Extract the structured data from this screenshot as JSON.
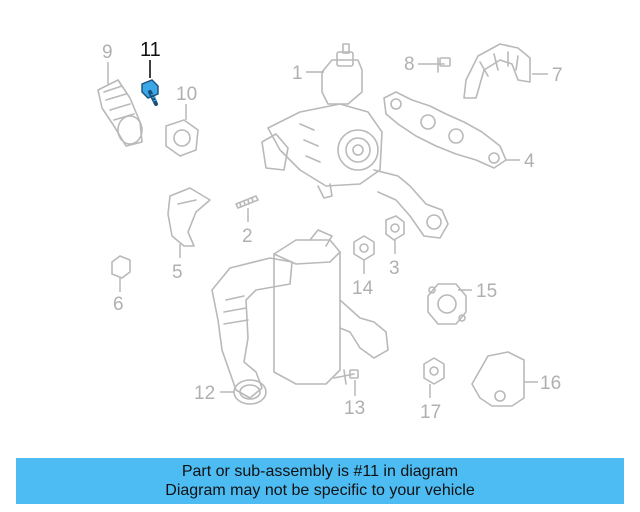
{
  "diagram": {
    "highlighted_part": "11",
    "callouts": [
      "1",
      "2",
      "3",
      "4",
      "5",
      "6",
      "7",
      "8",
      "9",
      "10",
      "11",
      "12",
      "13",
      "14",
      "15",
      "16",
      "17"
    ]
  },
  "banner": {
    "line1": "Part or sub-assembly is #11 in diagram",
    "line2": "Diagram may not be specific to your vehicle"
  },
  "colors": {
    "banner_bg": "#4dbcf3",
    "highlight_part": "#3aa7e6",
    "line_art": "#b9b9b9",
    "callout_text": "#b0b0b0"
  }
}
